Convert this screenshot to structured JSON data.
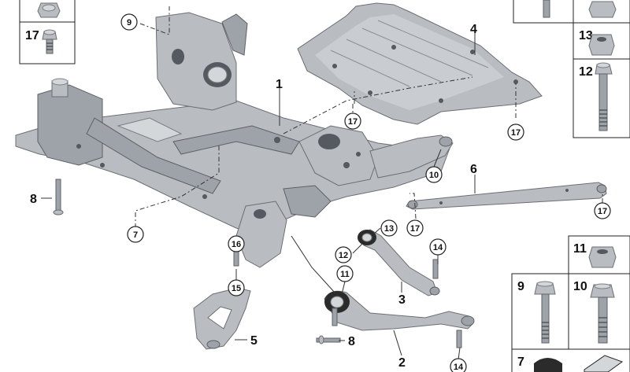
{
  "diagram": {
    "callouts": {
      "frame": "1",
      "lower_arm": "2",
      "upper_arm": "3",
      "underbody_panel": "4",
      "bracket": "5",
      "tension_strut": "6",
      "bolt_7_left": "7",
      "bolt_8_left": "8",
      "bolt_8_arm": "8",
      "stud_9": "9",
      "nut_10": "10",
      "part_11": "11",
      "part_12": "12",
      "part_13": "13",
      "part_14_upper": "14",
      "part_14_lower": "14",
      "part_15": "15",
      "part_16": "16",
      "part_17_panel_left": "17",
      "part_17_panel_right": "17",
      "part_17_strut_left": "17",
      "part_17_strut_right": "17"
    },
    "parts_panels": {
      "left": [
        {
          "number": "17",
          "icon": "bolt-with-washer-icon"
        }
      ],
      "right": [
        {
          "number": "13",
          "icon": "collar-nut-icon"
        },
        {
          "number": "12",
          "icon": "long-bolt-icon"
        }
      ],
      "bottom_right": [
        {
          "number": "11",
          "icon": "hex-nut-icon"
        },
        {
          "number": "9",
          "icon": "hex-bolt-icon"
        },
        {
          "number": "10",
          "icon": "flange-bolt-icon"
        },
        {
          "number": "7",
          "icon": "rubber-buffer-icon"
        }
      ]
    },
    "colors": {
      "part_fill": "#b9bdc2",
      "part_stroke": "#6b6f74",
      "line": "#222222",
      "background": "#ffffff"
    }
  }
}
